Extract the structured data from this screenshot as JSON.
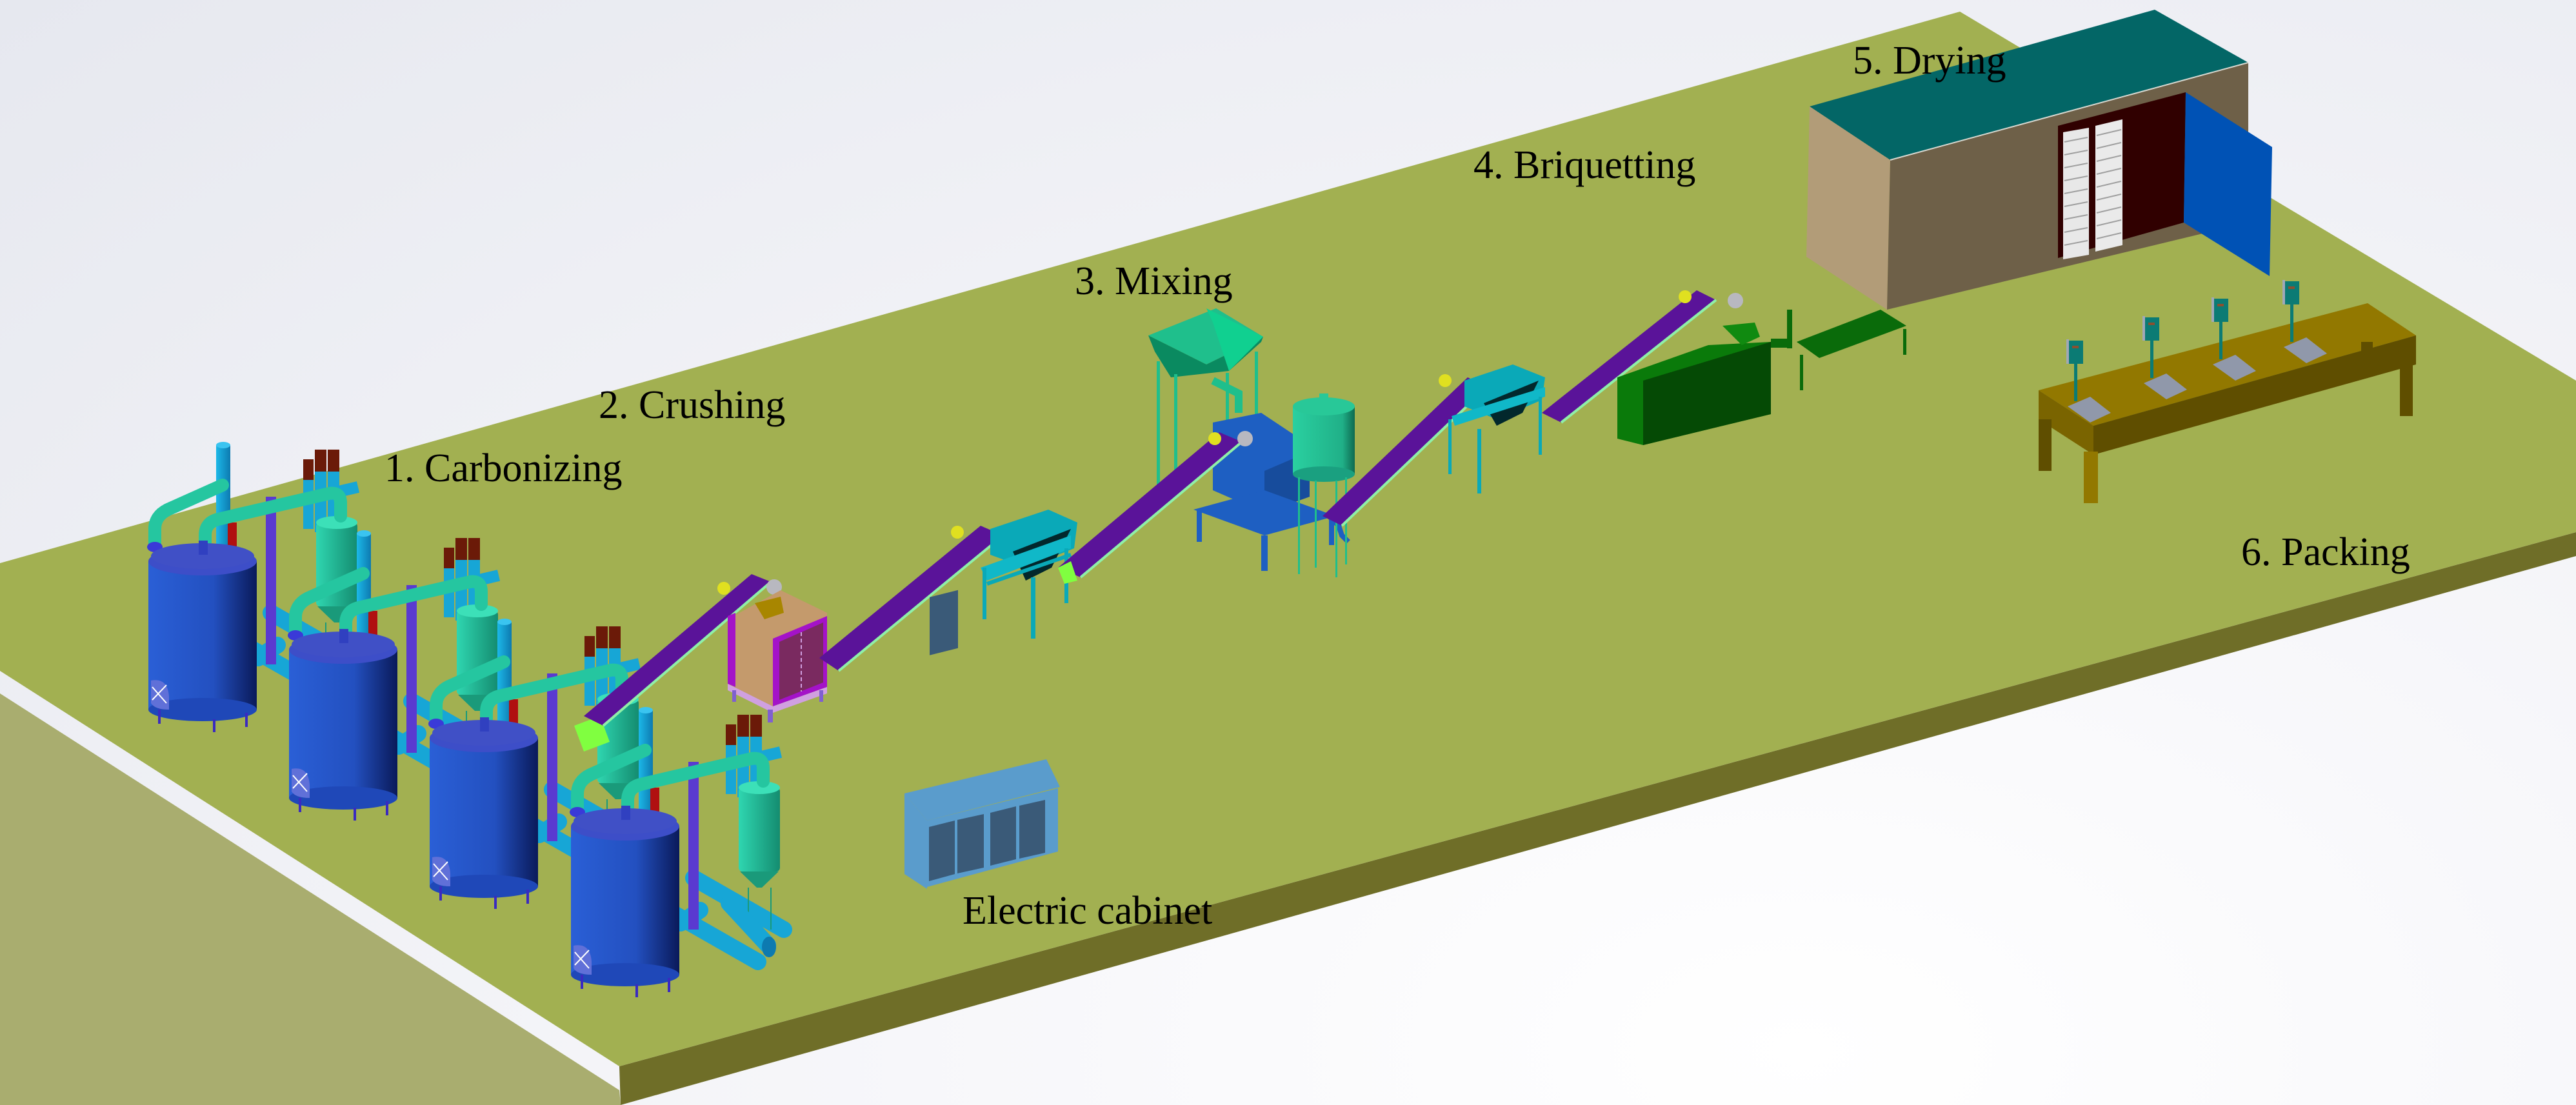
{
  "title": "Charcoal briquette production line layout",
  "stages": [
    {
      "id": "carbonizing",
      "label": "1. Carbonizing",
      "equipment": "carbonization furnaces with condensers (x4)"
    },
    {
      "id": "crushing",
      "label": "2. Crushing",
      "equipment": "crusher with belt conveyor"
    },
    {
      "id": "mixing",
      "label": "3. Mixing",
      "equipment": "binder hopper, water tank, mixer with belt conveyor"
    },
    {
      "id": "briquetting",
      "label": "4. Briquetting",
      "equipment": "feeder hopper, briquette extruder, output table"
    },
    {
      "id": "drying",
      "label": "5. Drying",
      "equipment": "drying room with tray carts"
    },
    {
      "id": "packing",
      "label": "6. Packing",
      "equipment": "packing table with weighing scales (x4)"
    }
  ],
  "electric_cabinet": {
    "label": "Electric cabinet"
  },
  "colors": {
    "floor_top": "#a2b051",
    "floor_front": "#6f6e28",
    "floor_left": "#a9ad6f",
    "furnace_blue": "#2355c8",
    "pipe_cyan": "#17a6d6",
    "pipe_teal": "#25c6a0",
    "chimney_red": "#6b1a08",
    "conveyor_purple": "#5a1399",
    "conveyor_rail": "#8ff0a8",
    "crusher_tan": "#c49a6c",
    "crusher_magenta": "#a412c8",
    "hopper_cyan": "#0aa9b8",
    "mixer_blue": "#1e5fc2",
    "binder_green": "#1fbf8c",
    "extruder_green": "#0a6b0a",
    "drying_roof": "#036666",
    "drying_wall_front": "#6e6048",
    "drying_wall_side": "#b29c78",
    "drying_door": "#0052b5",
    "packing_table": "#927800",
    "scale_grey": "#9098aa",
    "scale_teal": "#0b7b74",
    "cabinet_blue": "#5a9ccc"
  }
}
